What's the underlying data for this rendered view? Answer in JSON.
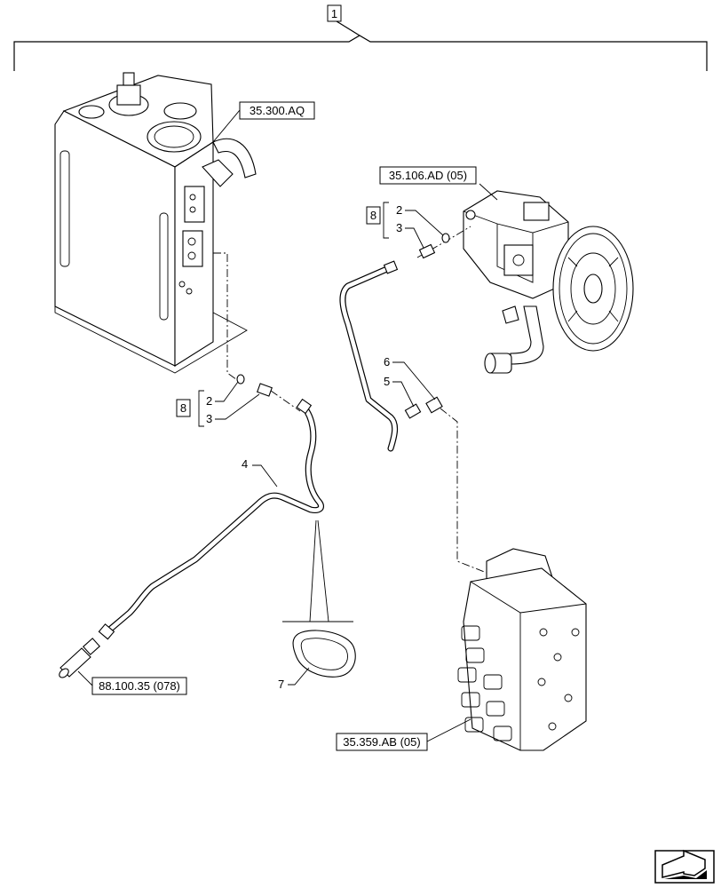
{
  "callouts": {
    "assembly": "1",
    "tank_ref": "35.300.AQ",
    "pump_ref": "35.106.AD (05)",
    "valve_ref": "35.359.AB (05)",
    "sensor_ref": "88.100.35 (078)",
    "kit_pump": "8",
    "kit_tank": "8",
    "item_2_pump": "2",
    "item_3_pump": "3",
    "item_2_tank": "2",
    "item_3_tank": "3",
    "item_4": "4",
    "item_5": "5",
    "item_6": "6",
    "item_7": "7"
  },
  "icons": {
    "next_page": "arrow-next-page-icon"
  }
}
